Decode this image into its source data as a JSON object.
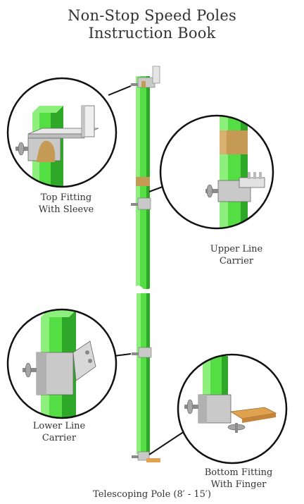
{
  "document": {
    "title_line1": "Non-Stop  Speed Poles",
    "title_line2": "Instruction Book",
    "caption": "Telescoping Pole (8′ - 15′)"
  },
  "callouts": [
    {
      "line1": "Top Fitting",
      "line2": "With Sleeve"
    },
    {
      "line1": "Upper Line",
      "line2": "Carrier"
    },
    {
      "line1": "Lower Line",
      "line2": "Carrier"
    },
    {
      "line1": "Bottom Fitting",
      "line2": "With Finger"
    }
  ],
  "colors": {
    "pole_green": "#55dd44",
    "pole_dark": "#2fa82a",
    "pole_light": "#8ef07c",
    "metal": "#c9c9c9",
    "metal_dark": "#8a8a8a",
    "sleeve_tan": "#c59a55",
    "finger_orange": "#e0a24e",
    "outline": "#111111"
  }
}
